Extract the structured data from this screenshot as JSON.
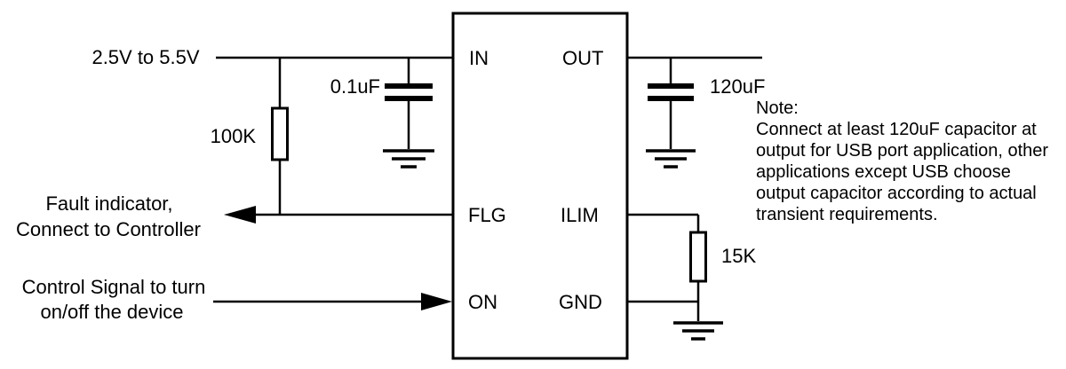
{
  "ic": {
    "pins": {
      "in": "IN",
      "out": "OUT",
      "flg": "FLG",
      "ilim": "ILIM",
      "on": "ON",
      "gnd": "GND"
    }
  },
  "labels": {
    "supply_range": "2.5V to 5.5V",
    "input_cap": "0.1uF",
    "pullup_resistor": "100K",
    "fault_line1": "Fault indicator,",
    "fault_line2": "Connect to Controller",
    "control_line1": "Control Signal to turn",
    "control_line2": "on/off the device",
    "output_cap": "120uF",
    "ilim_resistor": "15K"
  },
  "note": {
    "title": "Note:",
    "lines": [
      "Connect at least 120uF capacitor at",
      "output for USB port application, other",
      "applications except USB choose",
      "output capacitor according to actual",
      "transient requirements."
    ]
  },
  "colors": {
    "stroke": "#000000",
    "background": "#ffffff"
  }
}
